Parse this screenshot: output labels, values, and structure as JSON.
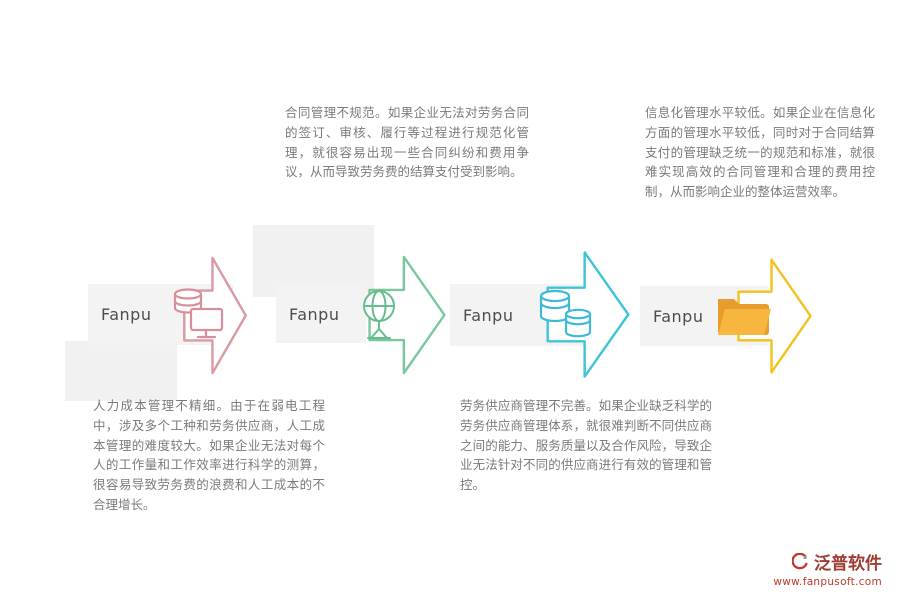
{
  "stages": [
    {
      "label": "Fanpu",
      "icon": "database-monitor-icon",
      "arrow_color": "#d99aa1",
      "description": "人力成本管理不精细。由于在弱电工程中，涉及多个工种和劳务供应商，人工成本管理的难度较大。如果企业无法对每个人的工作量和工作效率进行科学的测算，很容易导致劳务费的浪费和人工成本的不合理增长。"
    },
    {
      "label": "Fanpu",
      "icon": "globe-network-icon",
      "arrow_color": "#79c79b",
      "description": "合同管理不规范。如果企业无法对劳务合同的签订、审核、履行等过程进行规范化管理，就很容易出现一些合同纠纷和费用争议，从而导致劳务费的结算支付受到影响。"
    },
    {
      "label": "Fanpu",
      "icon": "database-stack-icon",
      "arrow_color": "#3ec4da",
      "description": "劳务供应商管理不完善。如果企业缺乏科学的劳务供应商管理体系，就很难判断不同供应商之间的能力、服务质量以及合作风险，导致企业无法针对不同的供应商进行有效的管理和管控。"
    },
    {
      "label": "Fanpu",
      "icon": "folder-icon",
      "arrow_color": "#f3c11c",
      "description": "信息化管理水平较低。如果企业在信息化方面的管理水平较低，同时对于合同结算支付的管理缺乏统一的规范和标准，就很难实现高效的合同管理和合理的费用控制，从而影响企业的整体运营效率。"
    }
  ],
  "footer": {
    "brand": "泛普软件",
    "website": "www.fanpusoft.com"
  }
}
